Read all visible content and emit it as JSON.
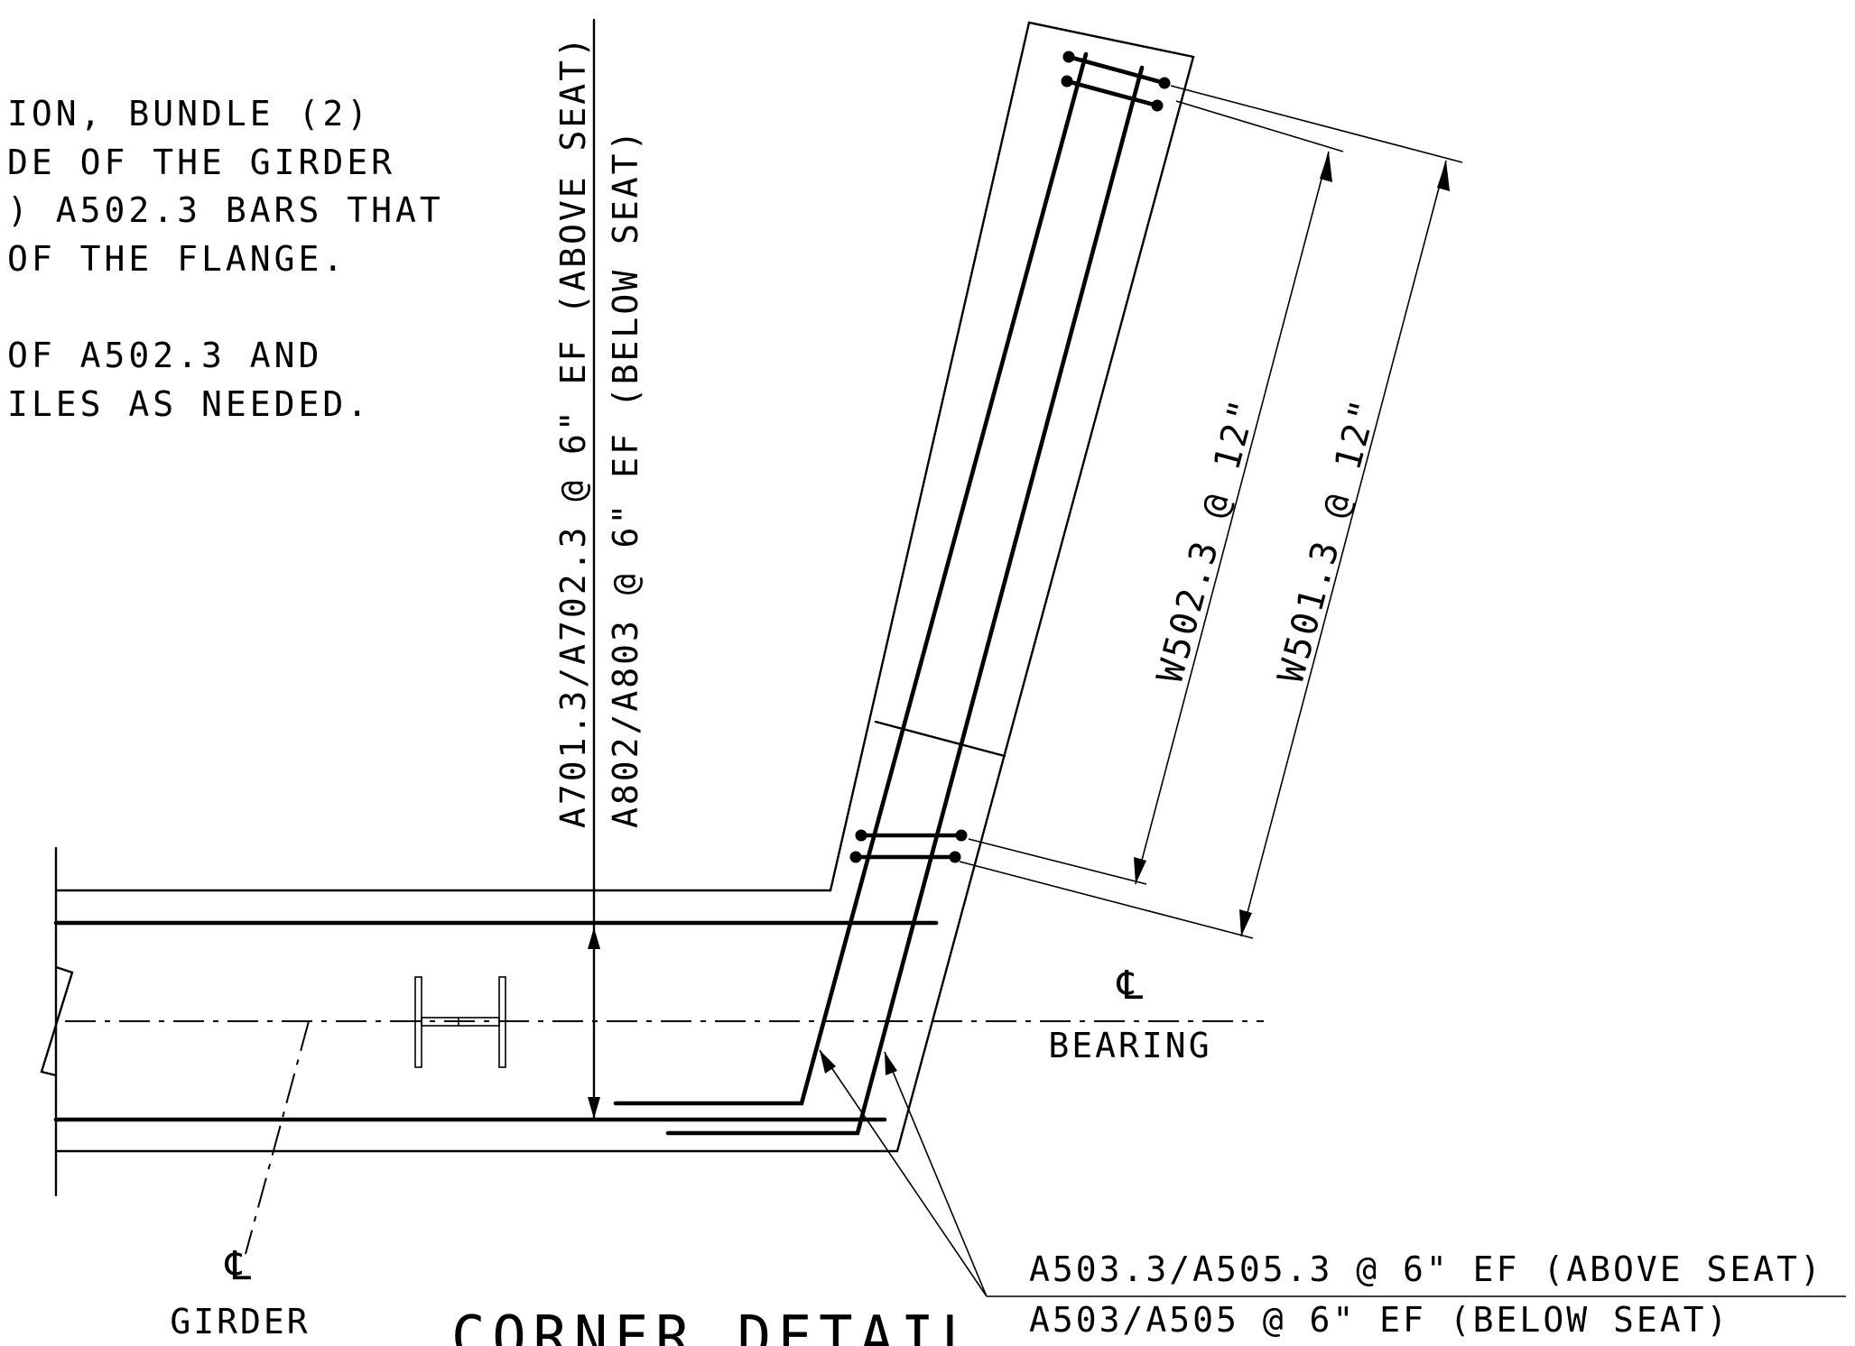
{
  "title": "CORNER DETAIL",
  "notes": [
    "ION, BUNDLE (2)",
    "DE OF THE GIRDER",
    ") A502.3 BARS THAT",
    "OF THE FLANGE.",
    "OF A502.3 AND",
    "ILES AS NEEDED."
  ],
  "labels": {
    "vertical_above": "A701.3/A702.3 @ 6\" EF (ABOVE SEAT)",
    "vertical_below": "A802/A803 @ 6\" EF (BELOW SEAT)",
    "dim_w502": "W502.3 @ 12\"",
    "dim_w501": "W501.3 @ 12\"",
    "bearing_symbol": "℄",
    "bearing_label": "BEARING",
    "girder_symbol": "℄",
    "girder_label": "GIRDER",
    "callout_above": "A503.3/A505.3 @ 6\" EF (ABOVE SEAT)",
    "callout_below": "A503/A505 @ 6\" EF (BELOW SEAT)"
  }
}
